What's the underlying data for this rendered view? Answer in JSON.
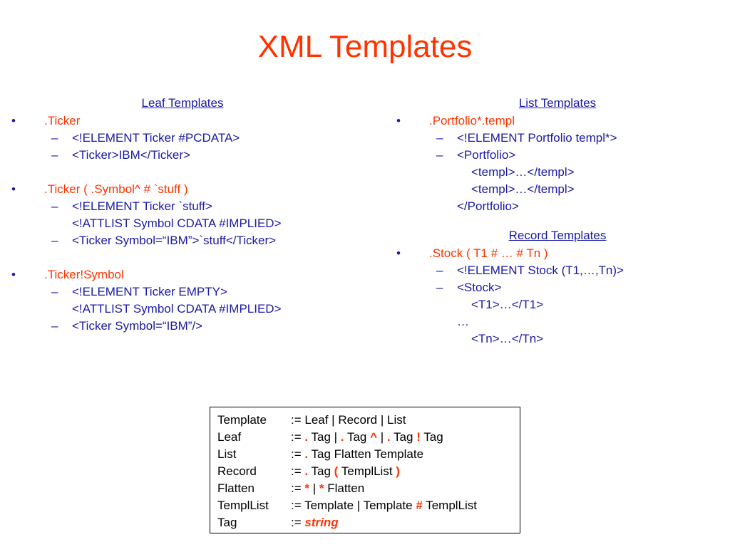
{
  "slide": {
    "title": "XML Templates"
  },
  "colors": {
    "title": "#ff3300",
    "text": "#1a1aa6",
    "accent": "#ff3300"
  },
  "bullet_icon": "bullet-dot",
  "dash_icon": "en-dash",
  "left": {
    "heading": "Leaf Templates",
    "items": [
      {
        "label": ".Ticker",
        "subs": [
          [
            "<!ELEMENT Ticker #PCDATA>"
          ],
          [
            "<Ticker>IBM</Ticker>"
          ]
        ]
      },
      {
        "label": ".Ticker ( .Symbol^ # `stuff )",
        "subs": [
          [
            "<!ELEMENT Ticker `stuff>",
            "<!ATTLIST Symbol CDATA #IMPLIED>"
          ],
          [
            "<Ticker Symbol=“IBM”>`stuff</Ticker>"
          ]
        ]
      },
      {
        "label": ".Ticker!Symbol",
        "subs": [
          [
            "<!ELEMENT Ticker EMPTY>",
            "<!ATTLIST Symbol CDATA #IMPLIED>"
          ],
          [
            "<Ticker Symbol=“IBM”/>"
          ]
        ]
      }
    ]
  },
  "right": {
    "list_heading": "List Templates",
    "list_item": ".Portfolio*.templ",
    "list_sub1": "<!ELEMENT Portfolio templ*>",
    "list_sub2": [
      "<Portfolio>",
      "<templ>…</templ>",
      "<templ>…</templ>",
      "</Portfolio>"
    ],
    "record_heading": "Record Templates",
    "record_item": ".Stock ( T1 # … # Tn )",
    "record_sub1": "<!ELEMENT Stock (T1,…,Tn)>",
    "record_sub2": [
      "<Stock>",
      "<T1>…</T1>",
      "…",
      "<Tn>…</Tn>"
    ]
  },
  "grammar": {
    "rows": [
      {
        "name": "Template",
        "def": ":= Leaf | Record | List"
      },
      {
        "name": "Leaf",
        "p1": ":= ",
        "o1": ".",
        "p2": " Tag | ",
        "o2": ".",
        "p3": " Tag ",
        "o3": "^",
        "p4": " | ",
        "o4": ".",
        "p5": " Tag ",
        "o5": "!",
        "p6": " Tag"
      },
      {
        "name": "List",
        "p1": ":= ",
        "o1": ".",
        "p2": " Tag Flatten Template"
      },
      {
        "name": "Record",
        "p1": ":= ",
        "o1": ".",
        "p2": " Tag ",
        "o2": "(",
        "p3": " TemplList ",
        "o3": ")"
      },
      {
        "name": "Flatten",
        "p1": ":= ",
        "o1": "*",
        "p2": " | ",
        "o2": "*",
        "p3": " Flatten"
      },
      {
        "name": "TemplList",
        "p1": ":= Template | Template ",
        "o1": "#",
        "p2": " TemplList"
      },
      {
        "name": "Tag",
        "p1": ":= ",
        "o1": "string"
      }
    ]
  }
}
